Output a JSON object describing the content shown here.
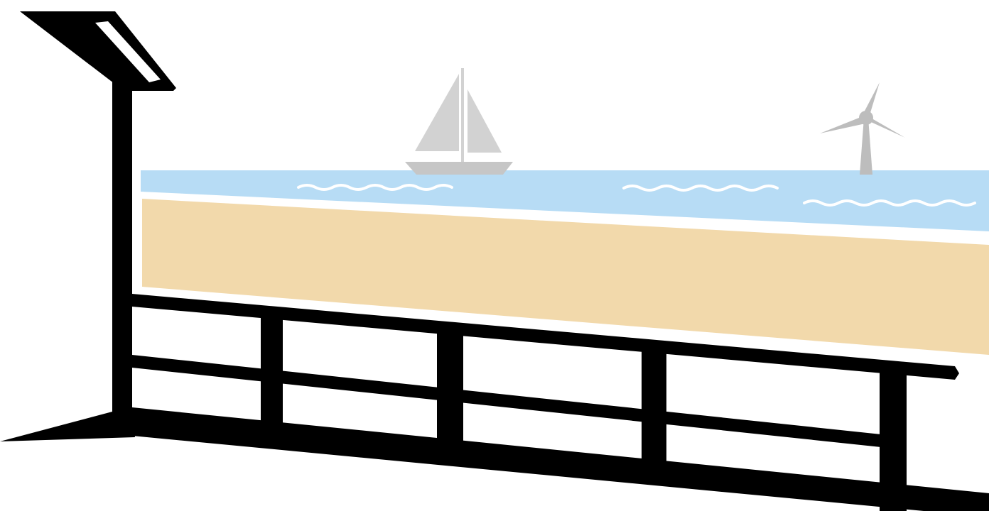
{
  "scene": {
    "subjects": [
      "street-lamp",
      "railing",
      "beach",
      "sea",
      "sailboat",
      "wind-turbine"
    ]
  },
  "colors": {
    "background": "#ffffff",
    "sea": "#b7dcf5",
    "sand": "#f2d9ab",
    "foam": "#ffffff",
    "railing": "#000000",
    "lamp": "#000000",
    "lamp_glass": "#ffffff",
    "boat": "#d2d2d2",
    "boat_hull": "#c6c6c6",
    "turbine": "#bdbdbd"
  }
}
